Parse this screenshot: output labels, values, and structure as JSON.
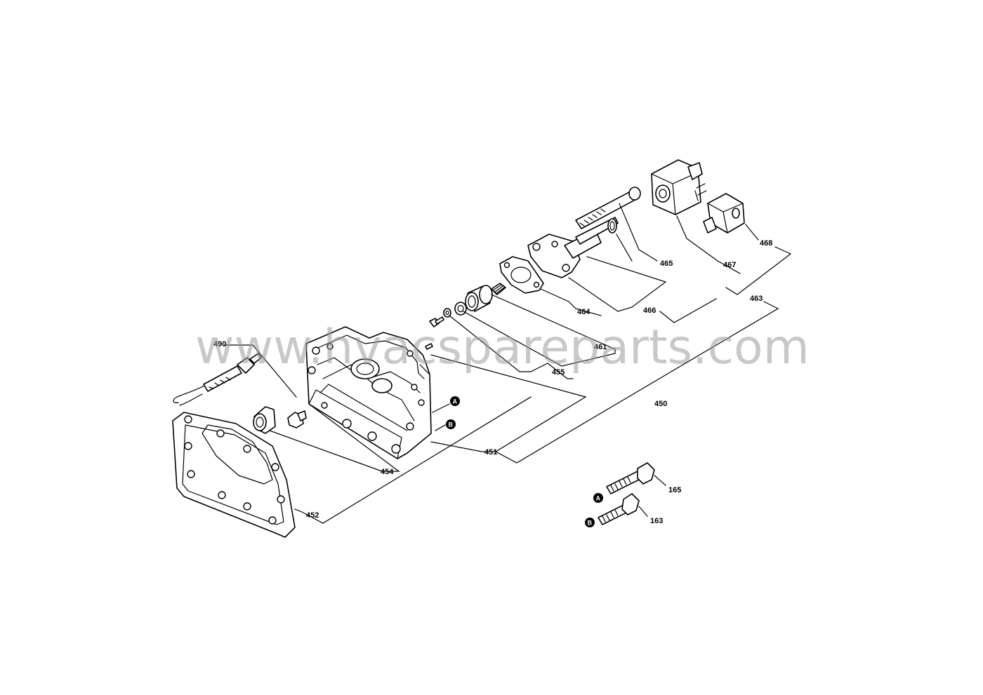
{
  "watermark": "www.hvacspareparts.com",
  "part_labels": {
    "p490": "490",
    "p452": "452",
    "p454": "454",
    "p451": "451",
    "p450": "450",
    "p455": "455",
    "p461": "461",
    "p464": "464",
    "p466": "466",
    "p465": "465",
    "p467": "467",
    "p463": "463",
    "p468": "468",
    "p165": "165",
    "p163": "163"
  },
  "markers": {
    "a": "A",
    "b": "B"
  }
}
